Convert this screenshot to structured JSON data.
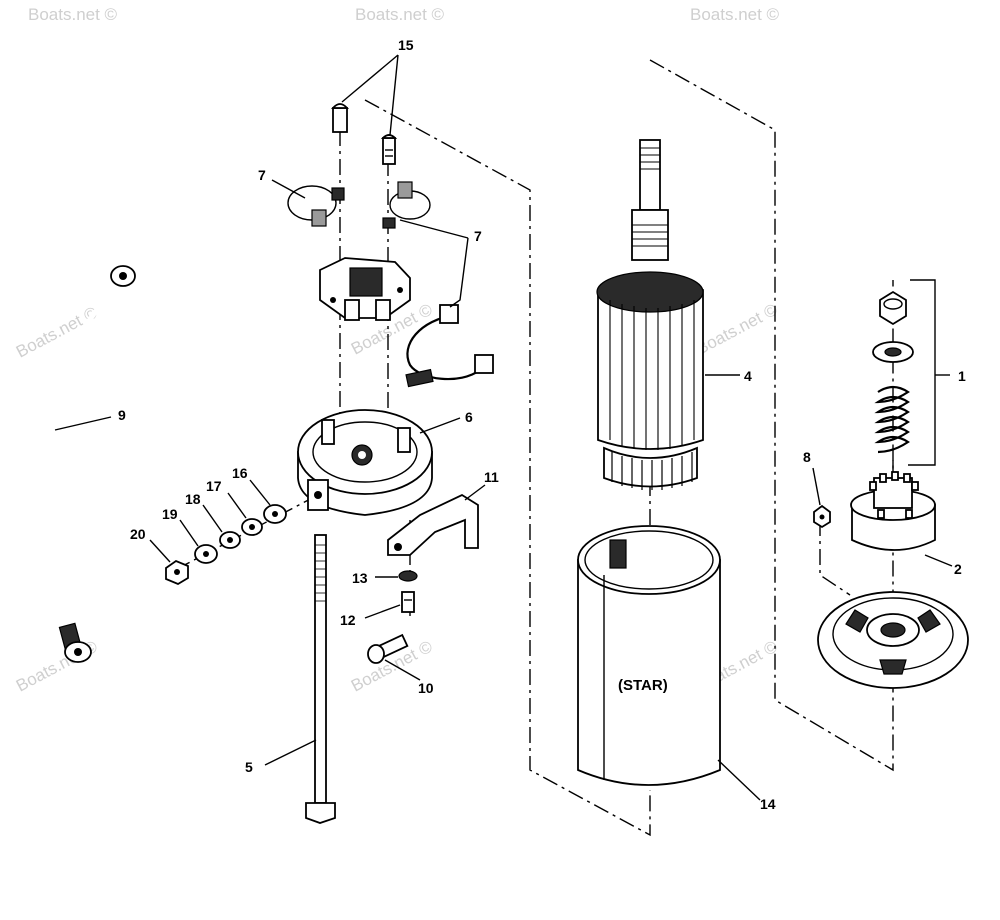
{
  "diagram": {
    "watermarks": [
      "Boats.net ©",
      "Boats.net ©",
      "Boats.net ©",
      "Boats.net ©",
      "Boats.net ©",
      "Boats.net ©",
      "Boats.net ©",
      "Boats.net ©",
      "Boats.net ©"
    ],
    "case_label": "(STAR)",
    "callouts": [
      "1",
      "2",
      "4",
      "5",
      "6",
      "7",
      "7",
      "8",
      "9",
      "10",
      "11",
      "12",
      "13",
      "14",
      "15",
      "16",
      "17",
      "18",
      "19",
      "20"
    ]
  }
}
